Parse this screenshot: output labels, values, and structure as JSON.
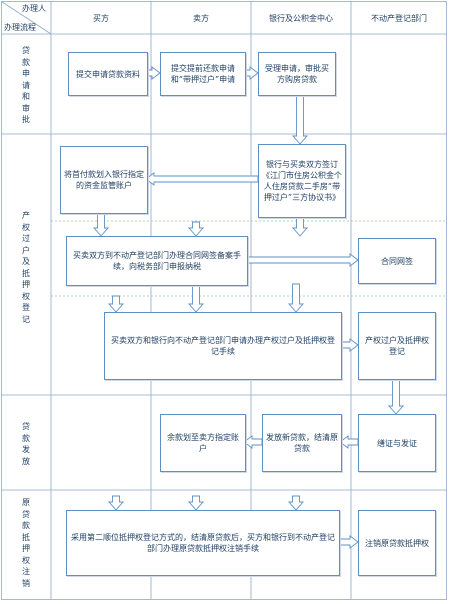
{
  "header": {
    "corner_top": "办理人",
    "corner_bottom": "办理流程",
    "columns": [
      "买方",
      "卖方",
      "银行及公积金中心",
      "不动产登记部门"
    ]
  },
  "stages": [
    {
      "label": "贷款申请和审批"
    },
    {
      "label": "产权过户及抵押权登记"
    },
    {
      "label": "贷款发放"
    },
    {
      "label": "原贷款抵押权注销"
    }
  ],
  "boxes": {
    "b1": "提交申请贷款资料",
    "b2": "提交提前还款申请和“带押过户”申请",
    "b3": "受理申请，审批买方购房贷款",
    "b4": "将首付款划入银行指定的资金监管账户",
    "b5": "银行与买卖双方签订《江门市住房公积金个人住房贷款二手房“带押过户”三方协议书》",
    "b6": "买卖双方到不动产登记部门办理合同网签备案手续，向税务部门申报纳税",
    "b7": "合同网签",
    "b8": "买卖双方和银行向不动产登记部门申请办理产权过户及抵押权登记手续",
    "b9": "产权过户及抵押权登记",
    "b10": "余款划至卖方指定账户",
    "b11": "发放新贷款，结清原贷款",
    "b12": "缮证与发证",
    "b13": "采用第二顺位抵押权登记方式的，结清原贷款后，买方和银行到不动产登记部门办理原贷款抵押权注销手续",
    "b14": "注销原贷款抵押权"
  },
  "colors": {
    "grid": "#8ea9c8",
    "grid_dash": "#9cc5a0",
    "box_border": "#5e8fc4",
    "arrow_fill": "#ffffff",
    "arrow_stroke": "#5e8fc4",
    "text": "#1f3f63"
  }
}
